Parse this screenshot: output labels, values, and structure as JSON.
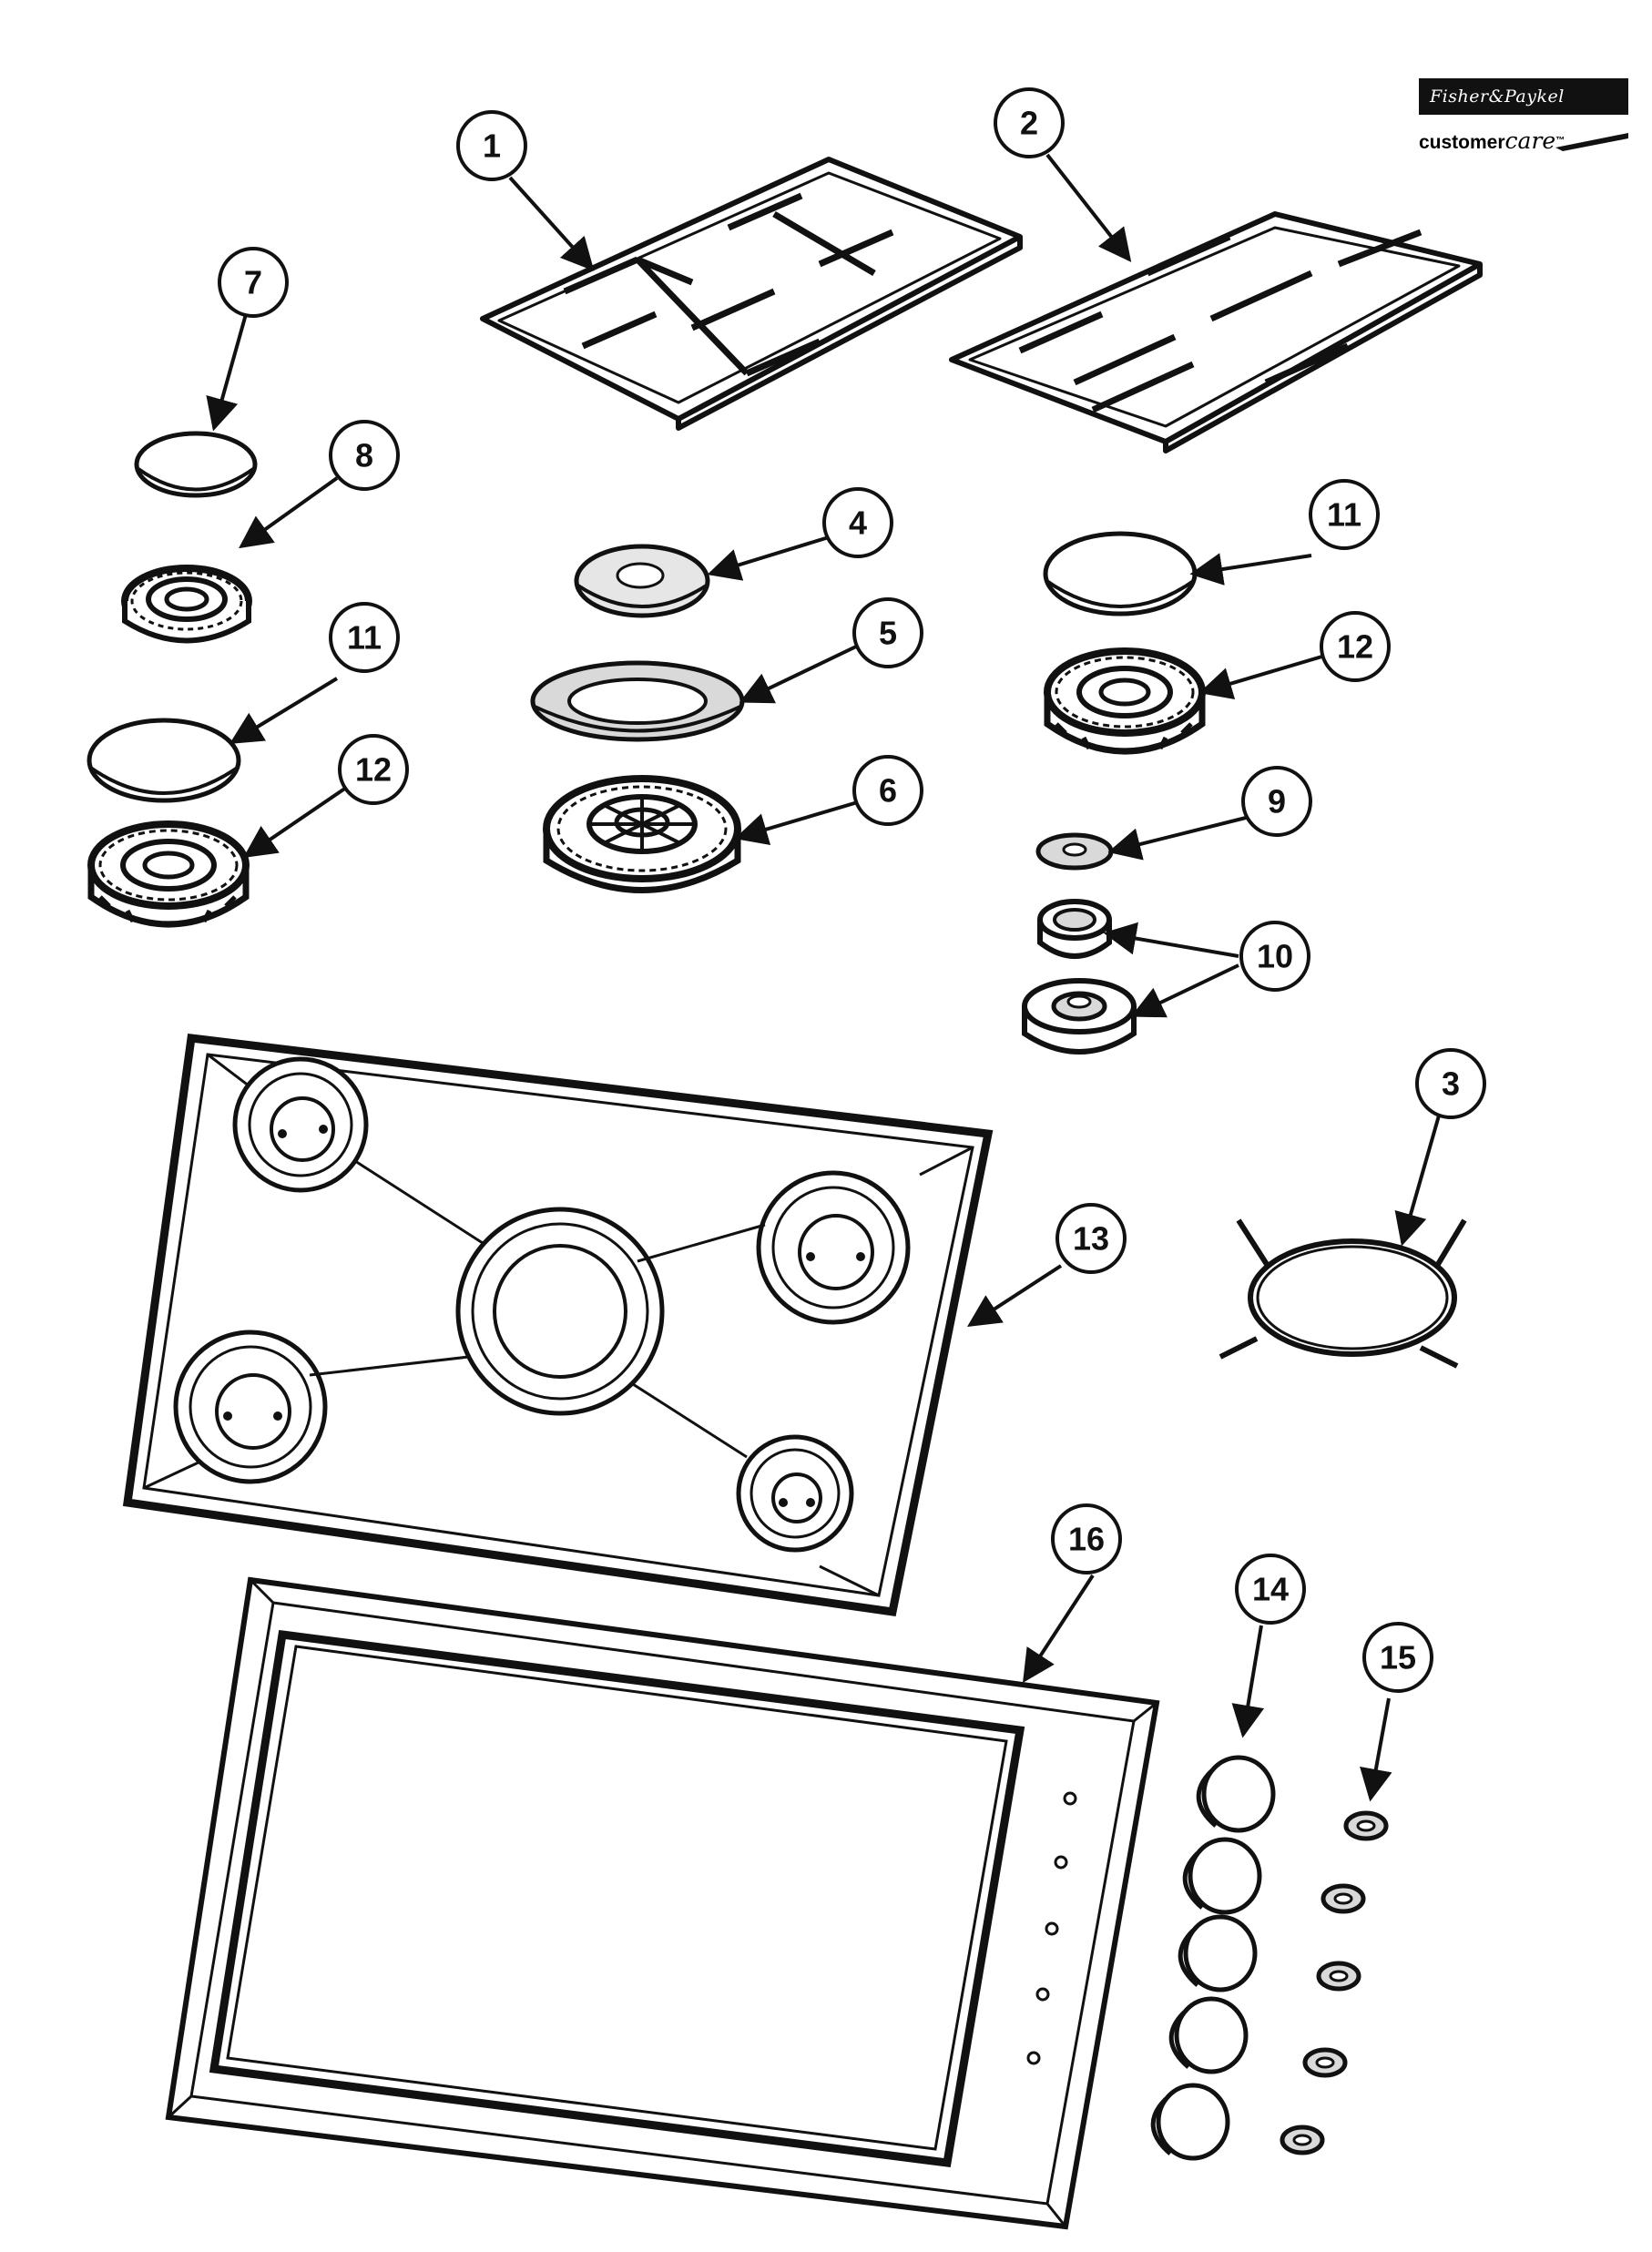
{
  "brand": {
    "name": "Fisher&Paykel",
    "service": "customer",
    "service_script": "care",
    "tm": "™"
  },
  "callouts": [
    {
      "id": "c1",
      "label": "1"
    },
    {
      "id": "c2",
      "label": "2"
    },
    {
      "id": "c3",
      "label": "3"
    },
    {
      "id": "c4",
      "label": "4"
    },
    {
      "id": "c5",
      "label": "5"
    },
    {
      "id": "c6",
      "label": "6"
    },
    {
      "id": "c7",
      "label": "7"
    },
    {
      "id": "c8",
      "label": "8"
    },
    {
      "id": "c9",
      "label": "9"
    },
    {
      "id": "c10",
      "label": "10"
    },
    {
      "id": "c11a",
      "label": "11"
    },
    {
      "id": "c11b",
      "label": "11"
    },
    {
      "id": "c12a",
      "label": "12"
    },
    {
      "id": "c12b",
      "label": "12"
    },
    {
      "id": "c13",
      "label": "13"
    },
    {
      "id": "c14",
      "label": "14"
    },
    {
      "id": "c15",
      "label": "15"
    },
    {
      "id": "c16",
      "label": "16"
    }
  ],
  "colors": {
    "line": "#111111",
    "fill": "#ffffff",
    "shade": "#d9d9d9"
  }
}
